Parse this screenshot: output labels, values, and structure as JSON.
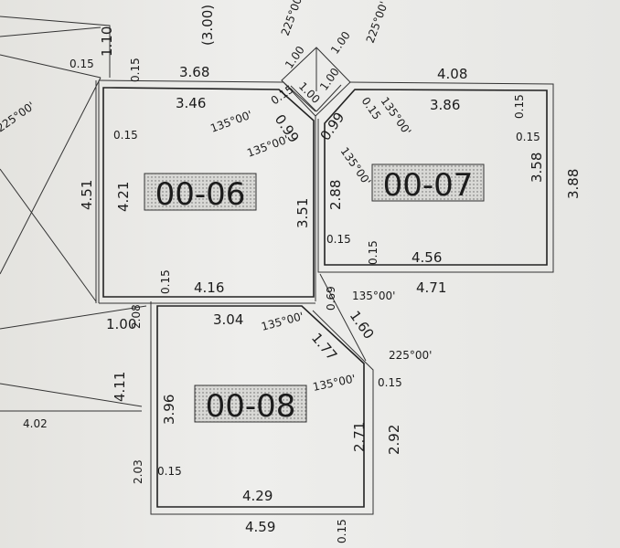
{
  "rooms": [
    {
      "id": "00-06"
    },
    {
      "id": "00-07"
    },
    {
      "id": "00-08"
    }
  ],
  "dims": {
    "r06_top_outer": "3.68",
    "r06_top_inner": "3.46",
    "r06_left_outer": "4.51",
    "r06_left_inner": "4.21",
    "r06_right": "3.51",
    "r06_bottom": "4.16",
    "r06_chamfer": "0.99",
    "r07_top_outer": "4.08",
    "r07_top_inner": "3.86",
    "r07_right_inner": "3.58",
    "r07_right_outer": "3.88",
    "r07_left": "2.88",
    "r07_bottom_inner": "4.56",
    "r07_bottom_outer": "4.71",
    "r07_chamfer": "0.99",
    "r08_top": "3.04",
    "r08_left_inner": "3.96",
    "r08_right_inner": "2.71",
    "r08_right_outer": "2.92",
    "r08_bottom_inner": "4.29",
    "r08_bottom_outer": "4.59",
    "r08_chamfer_inner": "1.77",
    "r08_chamfer_outer": "1.60",
    "left_2_08": "2.08",
    "left_4_11": "4.11",
    "left_2_03": "2.03",
    "left_1_00": "1.00",
    "left_4_02": "4.02",
    "top_1_10": "1.10",
    "top_3_00": "(3.00)",
    "corr_0_69": "0.69",
    "sq_1": "1.00",
    "sq_2": "1.00",
    "sq_3": "1.00",
    "sq_4": "1.00",
    "wall": "0.15",
    "ang_135": "135°00'",
    "ang_225": "225°00'"
  }
}
